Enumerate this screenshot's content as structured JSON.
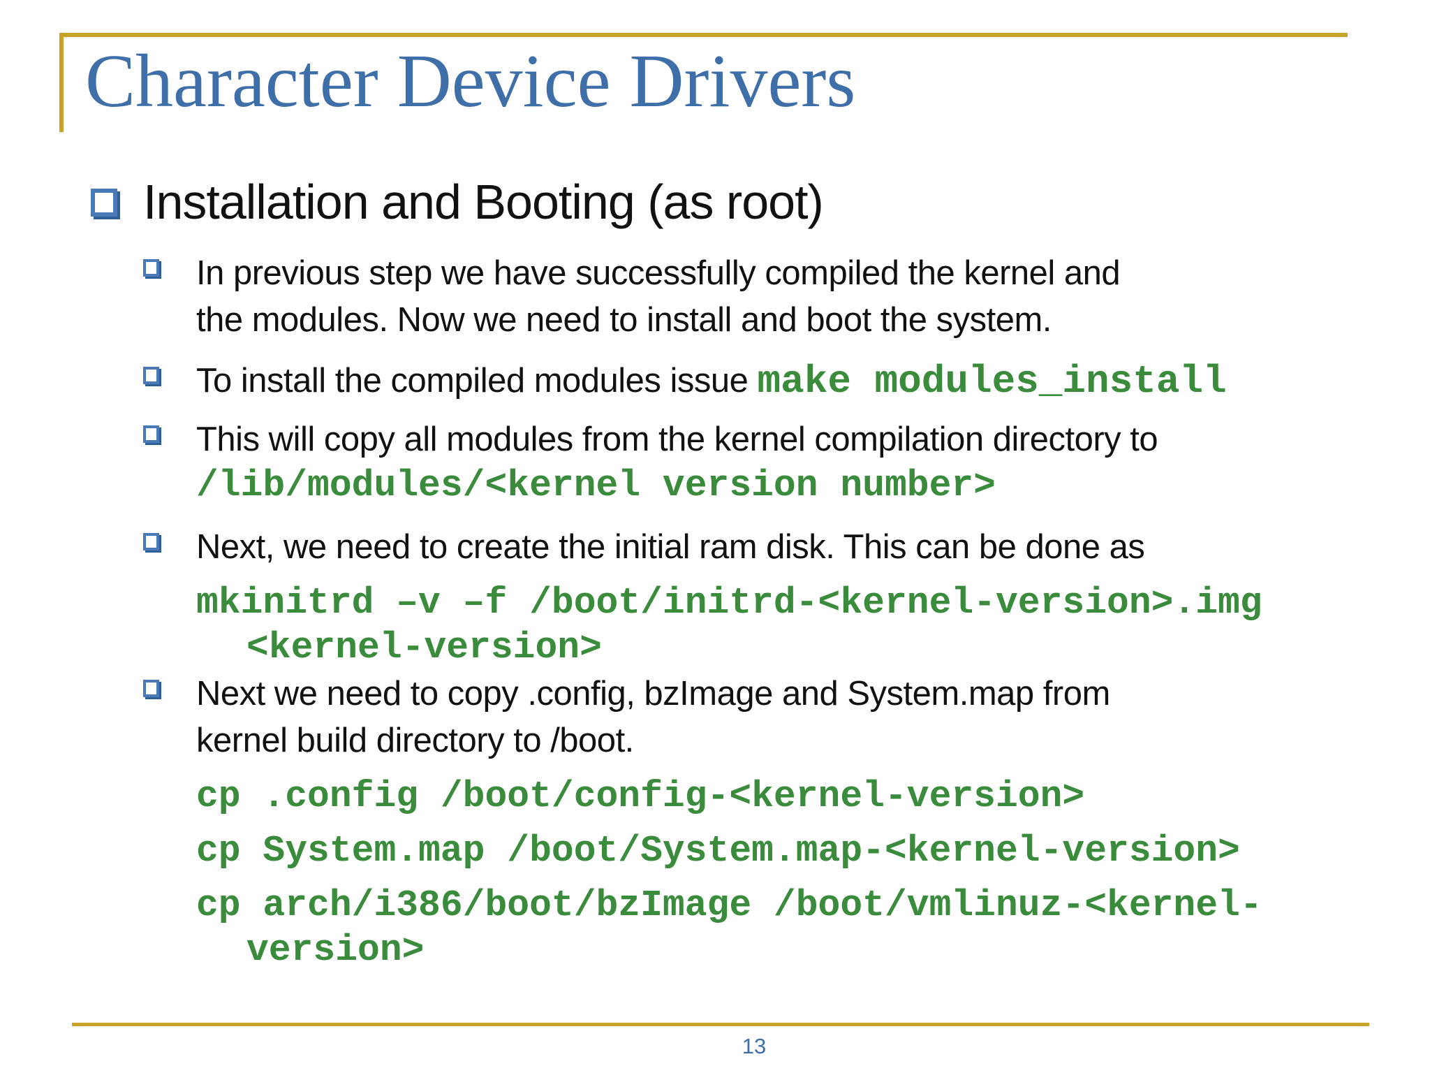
{
  "slide": {
    "title": "Character Device Drivers",
    "page_number": "13",
    "colors": {
      "frame_gold": "#c8a227",
      "title_blue": "#3e6fa9",
      "bullet_blue": "#4a7ab5",
      "bullet_shadow_blue": "#2e5f97",
      "code_green": "#3a8c3c",
      "body_text": "#111111",
      "background": "#ffffff"
    },
    "icons": {
      "bullet_level1": "shadowed-white-square-icon",
      "bullet_level2": "shadowed-white-square-icon"
    }
  },
  "content": {
    "heading": "Installation and Booting (as root)",
    "bullets": [
      {
        "lines": [
          "In previous step we have successfully compiled the kernel and",
          "the modules. Now we need to install and boot the system."
        ]
      },
      {
        "text": "To install the compiled modules issue ",
        "code": "make modules_install"
      },
      {
        "text": "This will copy all modules from the kernel compilation directory to",
        "code": "/lib/modules/<kernel version number>"
      },
      {
        "text": "Next, we need to create the initial ram disk. This can be done as",
        "code_lines": [
          "mkinitrd –v –f /boot/initrd-<kernel-version>.img",
          "<kernel-version>"
        ]
      },
      {
        "lines": [
          "Next we need to copy .config, bzImage and System.map from",
          "kernel build directory to /boot."
        ],
        "code_lines": [
          "cp .config /boot/config-<kernel-version>",
          "cp System.map /boot/System.map-<kernel-version>",
          "cp arch/i386/boot/bzImage /boot/vmlinuz-<kernel-",
          "version>"
        ]
      }
    ]
  }
}
